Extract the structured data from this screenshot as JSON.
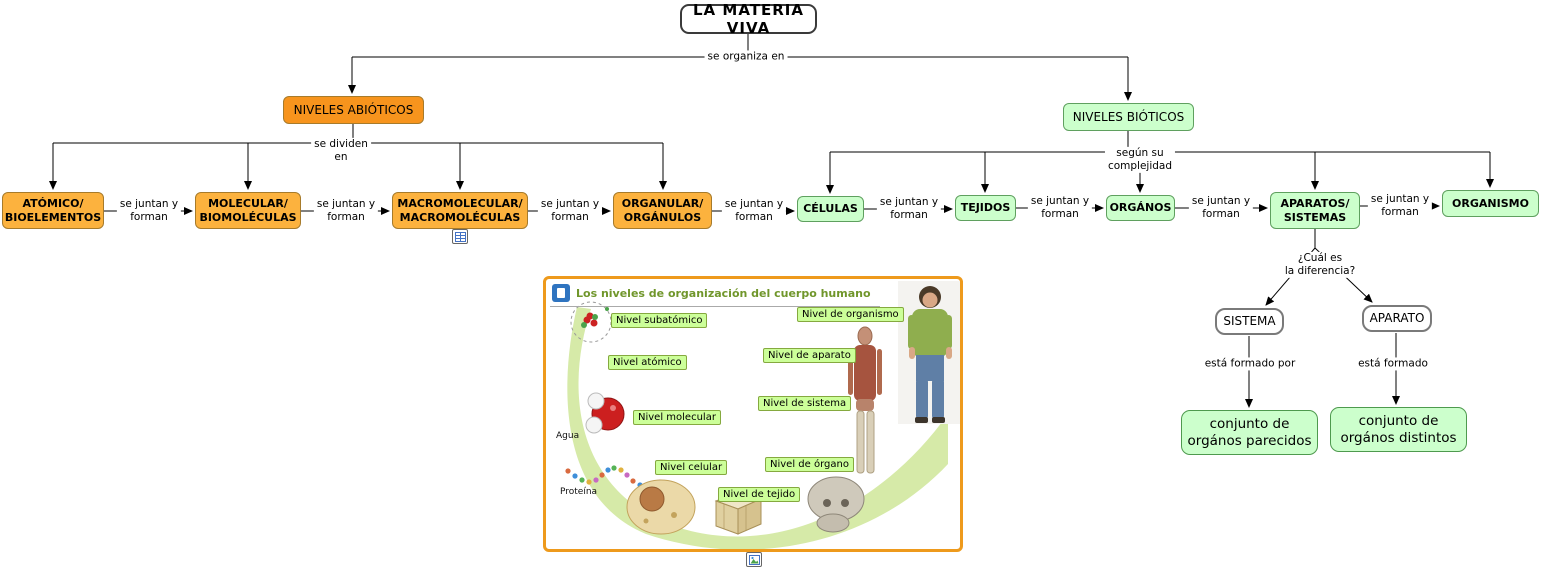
{
  "title": "LA MATERIA VIVA",
  "connectors": {
    "organiza": "se organiza en",
    "dividen": "se dividen\nen",
    "segun": "según su\ncomplejidad",
    "juntan": "se juntan y\nforman",
    "cual": "¿Cuál es\nla diferencia?",
    "formado_por": "está formado por",
    "formado": "está formado"
  },
  "abiotic": {
    "header": "NIVELES ABIÓTICOS",
    "nodes": [
      "ATÓMICO/\nBIOELEMENTOS",
      "MOLECULAR/\nBIOMOLÉCULAS",
      "MACROMOLECULAR/\nMACROMOLÉCULAS",
      "ORGANULAR/\nORGÁNULOS"
    ]
  },
  "biotic": {
    "header": "NIVELES BIÓTICOS",
    "nodes": [
      "CÉLULAS",
      "TEJIDOS",
      "ORGÁNOS",
      "APARATOS/\nSISTEMAS",
      "ORGANISMO"
    ]
  },
  "difference": {
    "sistema": "SISTEMA",
    "aparato": "APARATO",
    "sistema_result": "conjunto de\norgános parecidos",
    "aparato_result": "conjunto de\norgános distintos"
  },
  "figure": {
    "title": "Los niveles de organización del cuerpo humano",
    "labels": [
      "Nivel subatómico",
      "Nivel atómico",
      "Nivel molecular",
      "Nivel celular",
      "Nivel de tejido",
      "Nivel de órgano",
      "Nivel de sistema",
      "Nivel de aparato",
      "Nivel de organismo"
    ],
    "captions": {
      "agua": "Agua",
      "proteina": "Proteína"
    }
  },
  "icons": {
    "figure_header": "infographic-icon",
    "macromolecular_attachment": "table-document-icon",
    "figure_attachment": "image-attachment-icon"
  },
  "colors": {
    "orange_header": "#F7941D",
    "orange_node": "#FCB23E",
    "green_node": "#CCFFCC",
    "chip_green": "#CCFF99",
    "panel_border": "#EE9A1C",
    "figure_title_green": "#70962B"
  }
}
